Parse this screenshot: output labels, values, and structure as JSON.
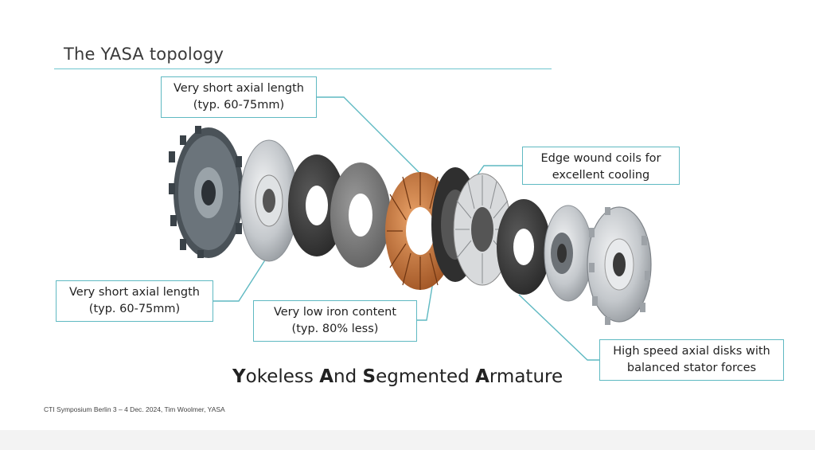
{
  "slide": {
    "title": "The YASA topology",
    "callouts": [
      {
        "line1": "Very short axial length",
        "line2": "(typ. 60-75mm)"
      },
      {
        "line1": "Edge wound coils for",
        "line2": "excellent cooling"
      },
      {
        "line1": "Very short axial length",
        "line2": "(typ. 60-75mm)"
      },
      {
        "line1": "Very low iron content",
        "line2": "(typ. 80% less)"
      },
      {
        "line1": "High speed axial disks with",
        "line2": "balanced stator forces"
      }
    ],
    "subtitle": {
      "w1_cap": "Y",
      "w1_rest": "okeless ",
      "w2_cap": "A",
      "w2_rest": "nd ",
      "w3_cap": "S",
      "w3_rest": "egmented ",
      "w4_cap": "A",
      "w4_rest": "rmature"
    },
    "footer": "CTI Symposium Berlin 3 – 4 Dec. 2024, Tim Woolmer, YASA"
  },
  "colors": {
    "accent": "#5fb9c2",
    "copper": "#c8733a",
    "dark_disk": "#3c3c3c",
    "steel": "#b8bcc0"
  }
}
